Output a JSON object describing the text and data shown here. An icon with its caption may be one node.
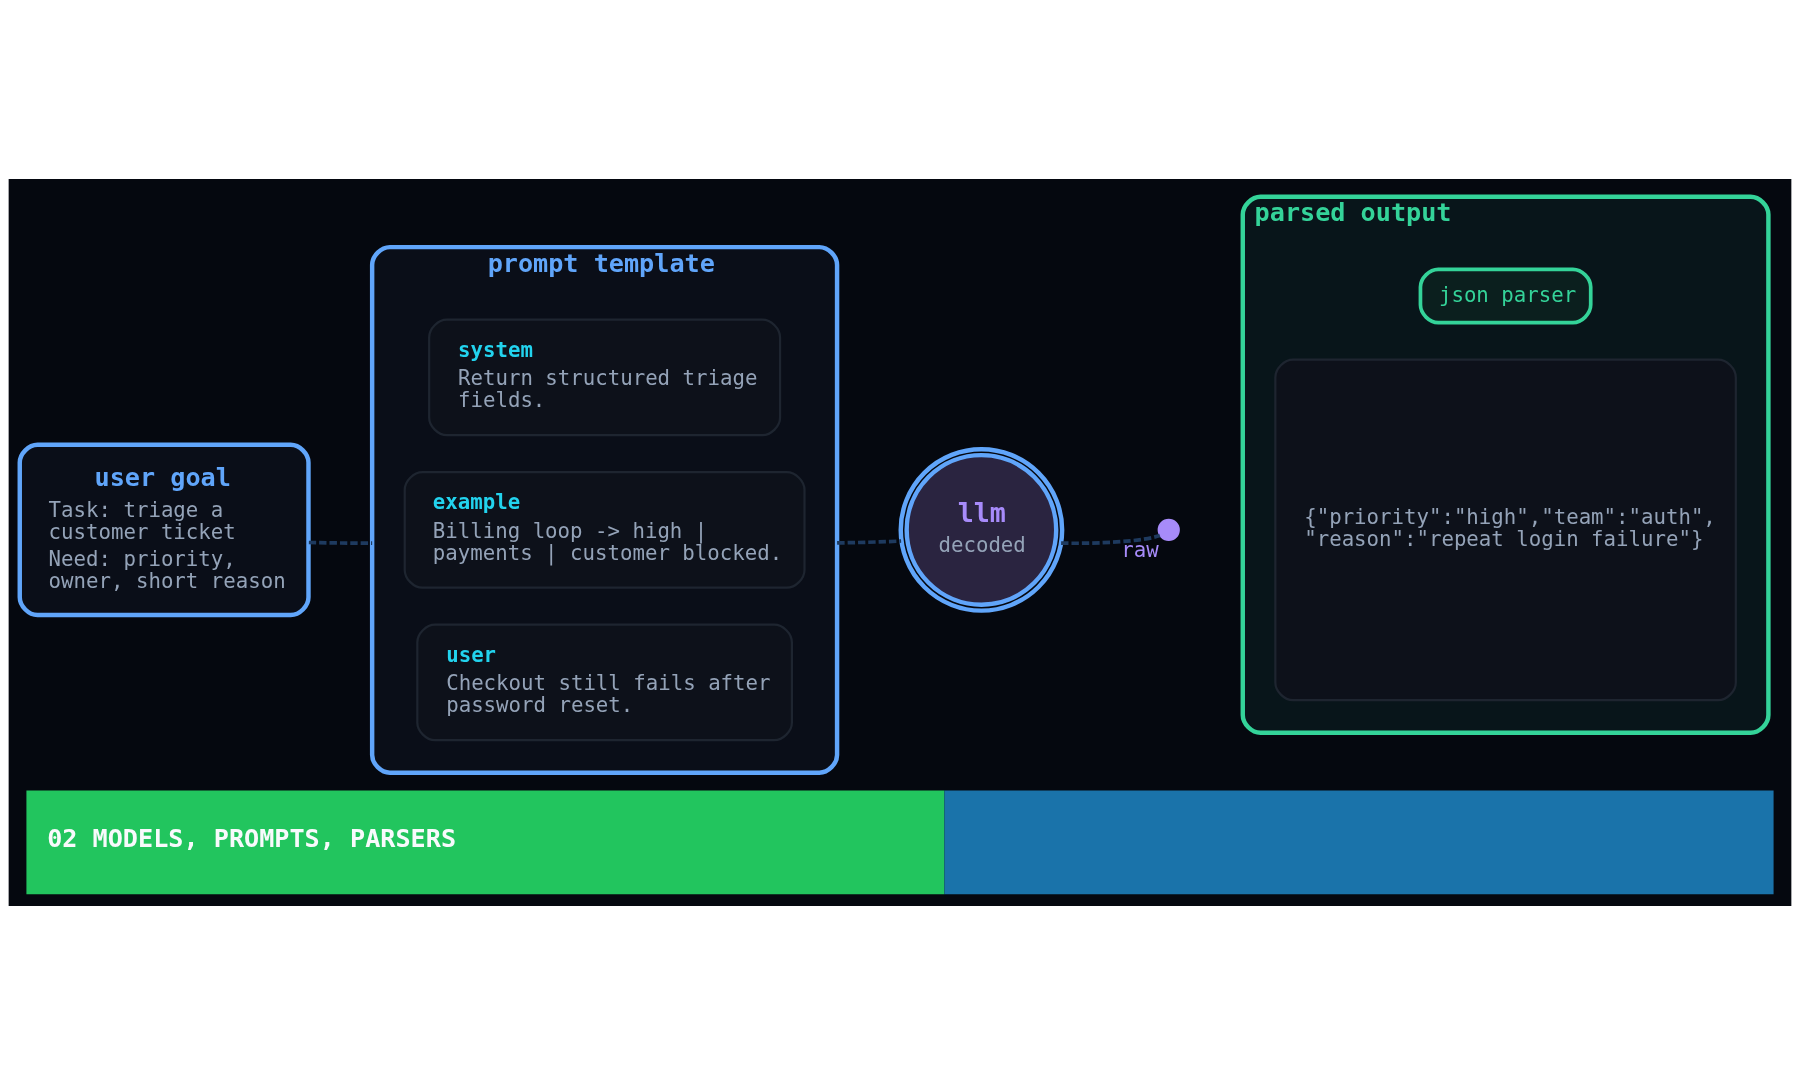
{
  "diagram": {
    "caption": "02 MODELS, PROMPTS, PARSERS",
    "nodes": [
      {
        "text": [
          "user goal",
          "Task: triage a customer ticket",
          "Need: priority, owner, short reason"
        ]
      },
      {
        "text": [
          "prompt template"
        ]
      },
      {
        "text": [
          "system",
          "Return structured triage fields."
        ],
        "in": 1
      },
      {
        "text": [
          "example",
          "Billing loop -> high | payments | customer blocked."
        ],
        "in": 1
      },
      {
        "text": [
          "user",
          "Checkout still fails after password reset."
        ],
        "in": 1
      },
      {
        "text": [
          "llm",
          "decoded"
        ]
      },
      {
        "text": [],
        "shape": "circle",
        "beside": [
          "raw"
        ]
      },
      {
        "text": [
          "parsed output"
        ]
      },
      {
        "text": [
          "json parser"
        ],
        "in": 7
      },
      {
        "text": [
          "{\"priority\":\"high\",\"team\":\"auth\", \"reason\":\"repeat login failure\"}"
        ],
        "in": 7
      }
    ],
    "edges": [
      {
        "from": 0,
        "to": 1,
        "arrow": "none",
        "style": "dashed"
      },
      {
        "from": 1,
        "to": 5,
        "arrow": "none",
        "style": "dashed"
      },
      {
        "from": 5,
        "to": 6,
        "arrow": "none",
        "style": "dashed"
      }
    ]
  }
}
